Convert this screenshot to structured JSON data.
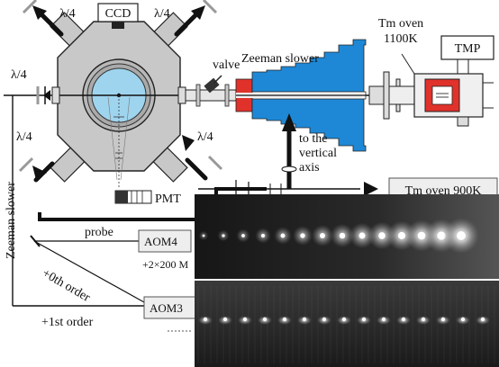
{
  "labels": {
    "ccd": "CCD",
    "qwp": "λ/4",
    "valve": "valve",
    "zeeman_slower": "Zeeman slower",
    "tm_oven_hot": "Tm oven",
    "tm_oven_hot_temp": "1100K",
    "tmp": "TMP",
    "to_the": "to the",
    "vertical": "vertical",
    "axis": "axis",
    "pmt": "PMT",
    "tm_oven_900": "Tm oven 900K",
    "zeeman_slower_vertical": "Zeeman slower",
    "probe": "probe",
    "aom4": "AOM4",
    "aom4_freq": "+2×200 M",
    "order0": "+0th",
    "order0_word": "order",
    "aom3": "AOM3",
    "order1": "+1st order"
  },
  "colors": {
    "chamber_gray": "#c8c8c8",
    "cell_blue": "#9fd4ee",
    "slower_blue": "#1e88d6",
    "oven_red": "#e0322b",
    "photo_dark": "#2a2a2a",
    "line": "#111111"
  },
  "image_strips": [
    {
      "id": "top-strip",
      "spots": 14
    },
    {
      "id": "bottom-strip",
      "spots": 15
    }
  ]
}
